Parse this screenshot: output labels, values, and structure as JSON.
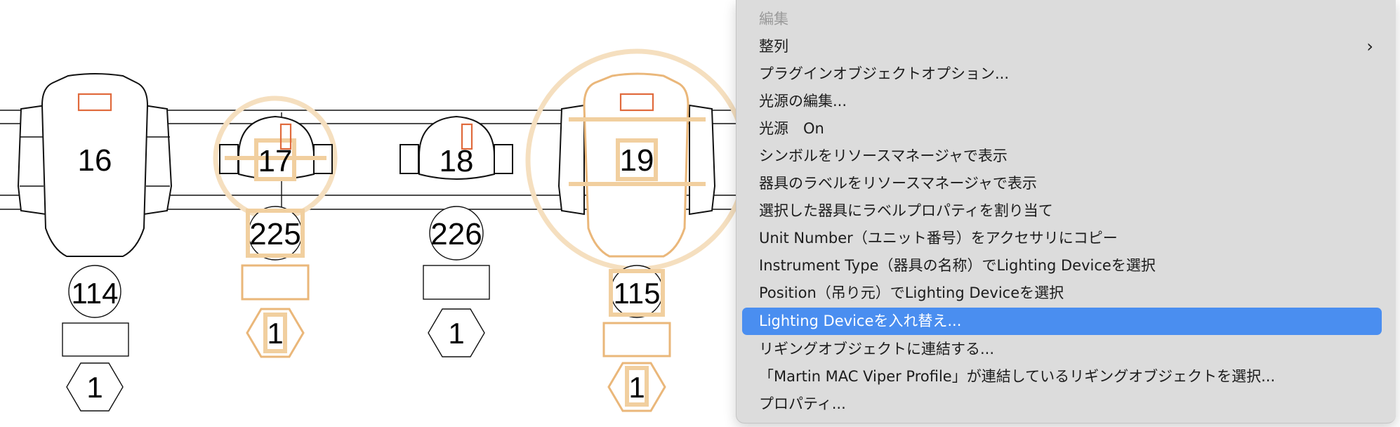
{
  "drawing": {
    "fixtures": [
      {
        "channel": "16",
        "address": "114",
        "unit": "1",
        "selected": false
      },
      {
        "channel": "17",
        "address": "225",
        "unit": "1",
        "selected": true
      },
      {
        "channel": "18",
        "address": "226",
        "unit": "1",
        "selected": false
      },
      {
        "channel": "19",
        "address": "115",
        "unit": "1",
        "selected": true
      }
    ]
  },
  "menu": {
    "items": [
      {
        "label": "編集",
        "disabled": true
      },
      {
        "label": "整列",
        "submenu_icon": "›"
      },
      {
        "label": "プラグインオブジェクトオプション..."
      },
      {
        "label": "光源の編集..."
      },
      {
        "label": "光源　On"
      },
      {
        "label": "シンボルをリソースマネージャで表示"
      },
      {
        "label": "器具のラベルをリソースマネージャで表示"
      },
      {
        "label": "選択した器具にラベルプロパティを割り当て"
      },
      {
        "label": "Unit Number（ユニット番号）をアクセサリにコピー"
      },
      {
        "label": "Instrument Type（器具の名称）でLighting Deviceを選択"
      },
      {
        "label": "Position（吊り元）でLighting Deviceを選択"
      },
      {
        "label": "Lighting Deviceを入れ替え...",
        "selected": true
      },
      {
        "label": "リギングオブジェクトに連結する..."
      },
      {
        "label": "「Martin MAC Viper Profile」が連結しているリギングオブジェクトを選択..."
      },
      {
        "label": "プロパティ..."
      }
    ]
  },
  "colors": {
    "menu_background": "#dcdcdc",
    "menu_highlight": "#4a8ef0",
    "selection_glow": "#eab77a",
    "lens_marker": "#e06a3c"
  }
}
